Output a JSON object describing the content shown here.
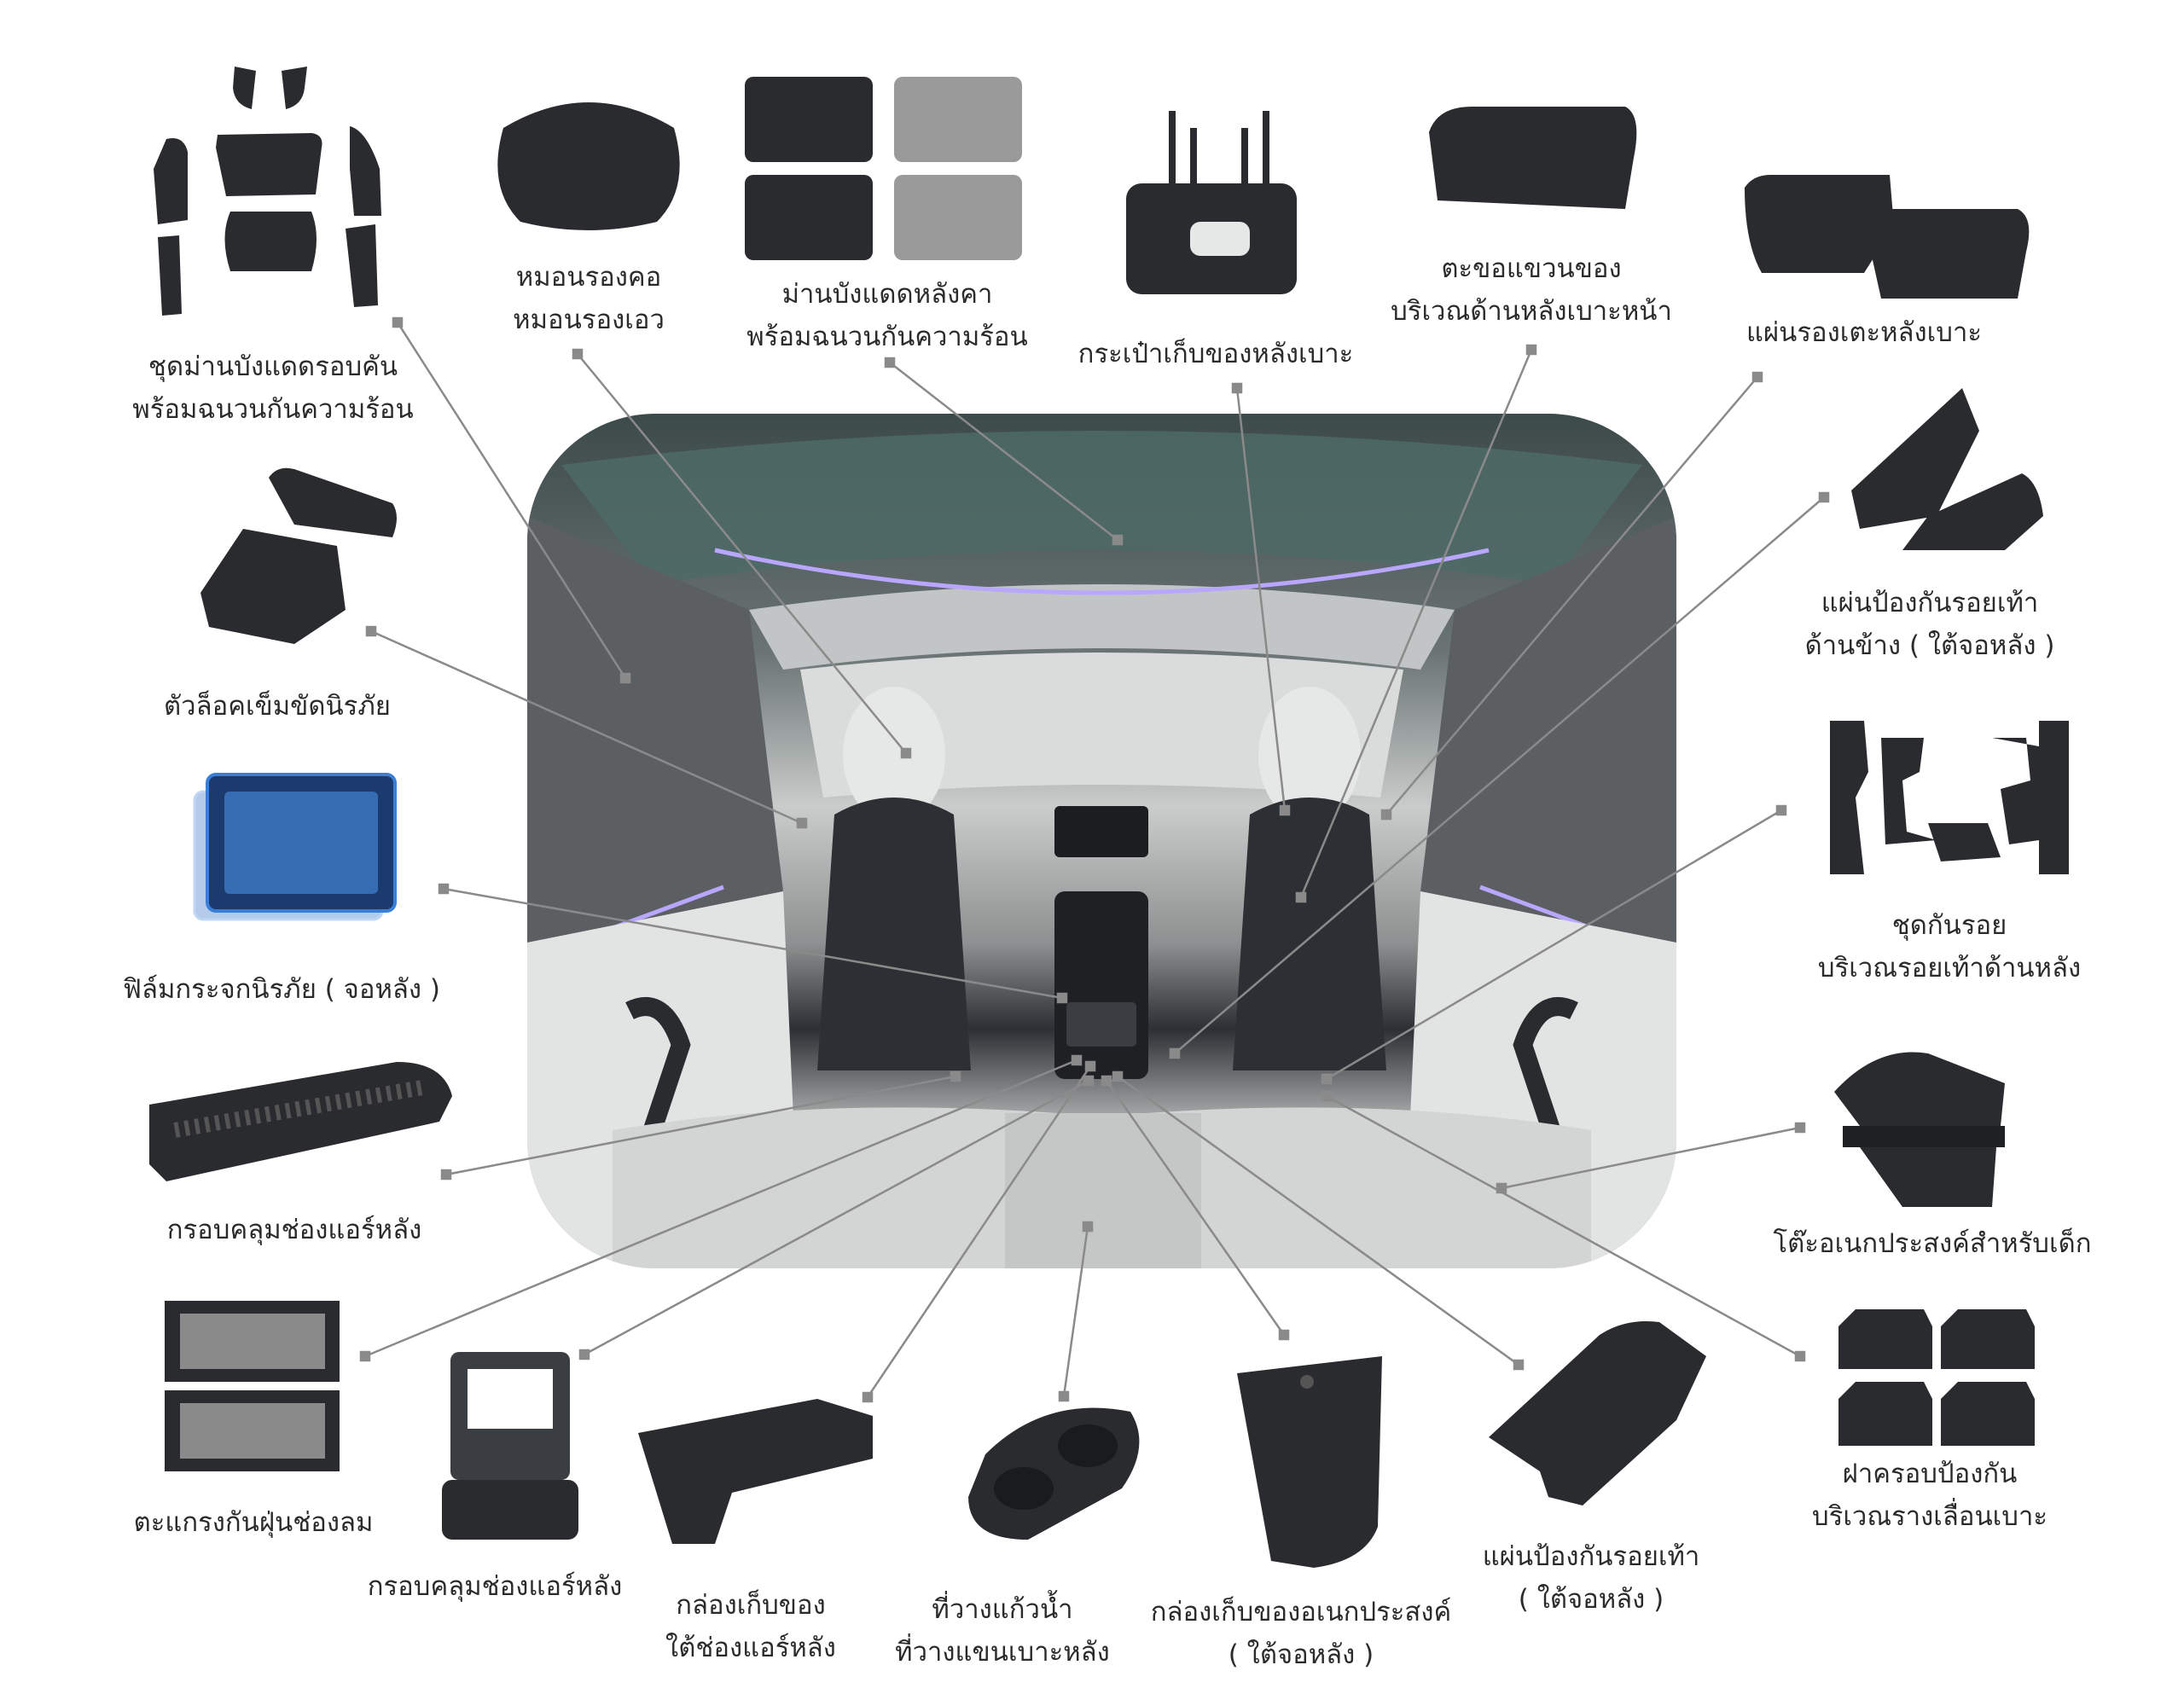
{
  "labels": {
    "sunshade": [
      "ชุดม่านบังแดดรอบคัน",
      "พร้อมฉนวนกันความร้อน"
    ],
    "pillows": [
      "หมอนรองคอ",
      "หมอนรองเอว"
    ],
    "roof_sunshade": [
      "ม่านบังแดดหลังคา",
      "พร้อมฉนวนกันความร้อน"
    ],
    "seat_bag": [
      "กระเป๋าเก็บของหลังเบาะ"
    ],
    "hooks": [
      "ตะขอแขวนของ",
      "บริเวณด้านหลังเบาะหน้า"
    ],
    "kick_pad": [
      "แผ่นรองเตะหลังเบาะ"
    ],
    "belt_lock": [
      "ตัวล็อคเข็มขัดนิรภัย"
    ],
    "side_foot_guard": [
      "แผ่นป้องกันรอยเท้า",
      "ด้านข้าง ( ใต้จอหลัง )"
    ],
    "glass_film": [
      "ฟิล์มกระจกนิรภัย ( จอหลัง )"
    ],
    "rear_floor_guard": [
      "ชุดกันรอย",
      "บริเวณรอยเท้าด้านหลัง"
    ],
    "vent_cover": [
      "กรอบคลุมช่องแอร์หลัง"
    ],
    "kid_table": [
      "โต๊ะอเนกประสงค์สำหรับเด็ก"
    ],
    "vent_mesh": [
      "ตะแกรงกันฝุ่นช่องลม"
    ],
    "vent_frame": [
      "กรอบคลุมช่องแอร์หลัง"
    ],
    "storage_box": [
      "กล่องเก็บของ",
      "ใต้ช่องแอร์หลัง"
    ],
    "cup_holder": [
      "ที่วางแก้วน้ำ",
      "ที่วางแขนเบาะหลัง"
    ],
    "multi_box": [
      "กล่องเก็บของอเนกประสงค์",
      "( ใต้จอหลัง )"
    ],
    "under_screen_guard": [
      "แผ่นป้องกันรอยเท้า",
      "( ใต้จอหลัง )"
    ],
    "rail_cover": [
      "ฝาครอบป้องกัน",
      "บริเวณรางเลื่อนเบาะ"
    ]
  },
  "colors": {
    "product": "#2a2b2e",
    "leader_line": "#8a8a8a",
    "ambient_light": "#b9a6ff",
    "seat_white": "#e6e7e7"
  }
}
